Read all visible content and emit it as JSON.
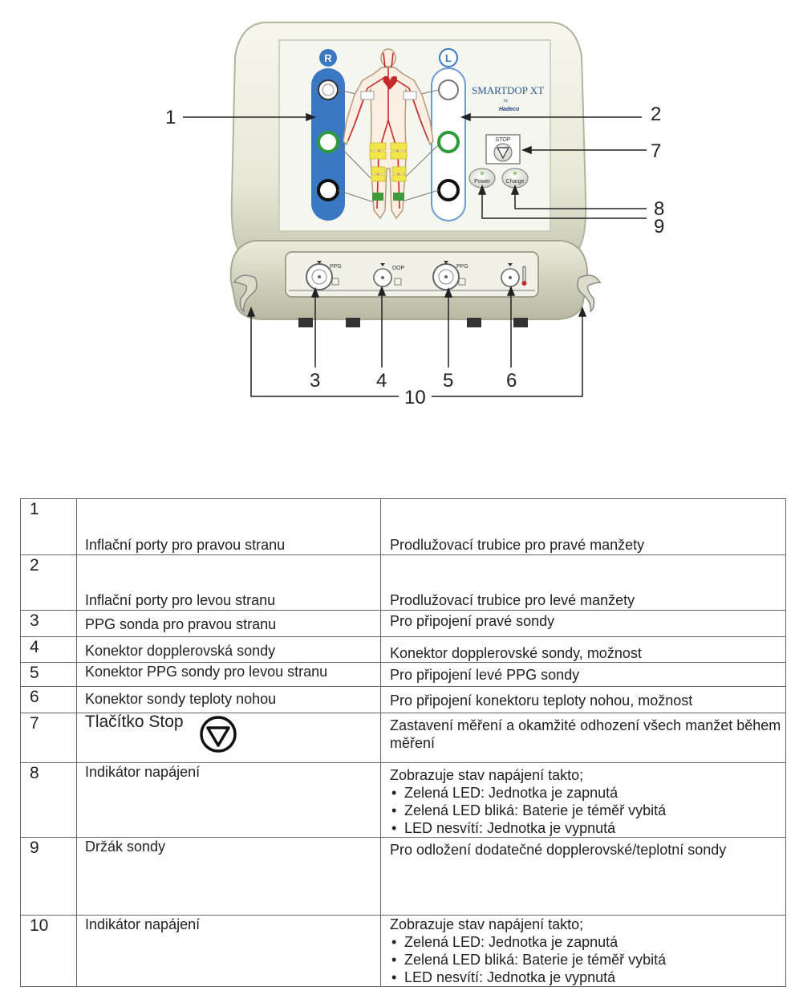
{
  "device": {
    "brand_name": "SMARTDOP XT",
    "brand_by": "by",
    "brand_maker": "Hadeco",
    "side_right": "R",
    "side_left": "L",
    "stop_label": "STOP",
    "power_label": "Power",
    "charge_label": "Charge",
    "port_labels": [
      "PPG",
      "DOP",
      "PPG"
    ]
  },
  "callouts": [
    "1",
    "2",
    "3",
    "4",
    "5",
    "6",
    "7",
    "8",
    "9",
    "10"
  ],
  "legend": {
    "rows": [
      {
        "num": "1",
        "name": "Inflační porty pro pravou stranu",
        "desc": "Prodlužovací trubice pro pravé manžety"
      },
      {
        "num": "2",
        "name": "Inflační porty pro levou stranu",
        "desc": "Prodlužovací trubice pro levé manžety"
      },
      {
        "num": "3",
        "name": "PPG sonda pro pravou stranu",
        "desc": "Pro připojení pravé sondy"
      },
      {
        "num": "4",
        "name": "Konektor dopplerovská sondy",
        "desc": "Konektor dopplerovské sondy, možnost"
      },
      {
        "num": "5",
        "name": "Konektor PPG sondy pro levou stranu",
        "desc": "Pro připojení levé PPG sondy"
      },
      {
        "num": "6",
        "name": "Konektor sondy teploty nohou",
        "desc": "Pro připojení konektoru teploty nohou, možnost"
      },
      {
        "num": "7",
        "name": "Tlačítko Stop",
        "desc": "Zastavení měření a okamžité odhození všech manžet během měření"
      },
      {
        "num": "8",
        "name": "Indikátor napájení",
        "desc": "Zobrazuje stav napájení takto;",
        "bullets": [
          "Zelená LED: Jednotka je zapnutá",
          "Zelená LED bliká: Baterie je téměř vybitá",
          "LED nesvítí: Jednotka je vypnutá"
        ]
      },
      {
        "num": "9",
        "name": "Držák sondy",
        "desc": "Pro odložení dodatečné dopplerovské/teplotní sondy"
      },
      {
        "num": "10",
        "name": "Indikátor napájení",
        "desc": "Zobrazuje stav napájení takto;",
        "bullets": [
          "Zelená LED: Jednotka je zapnutá",
          "Zelená LED bliká: Baterie je téměř vybitá",
          "LED nesvítí: Jednotka je vypnutá"
        ]
      }
    ]
  },
  "colors": {
    "right_panel": "#3b78c4",
    "left_panel_border": "#6b9bd2",
    "led_green": "#2e9b3a",
    "artery_red": "#c8282a",
    "cuff_yellow": "#f1e64a",
    "cuff_green": "#3f9a3b",
    "device_body": "#eeeee2"
  }
}
